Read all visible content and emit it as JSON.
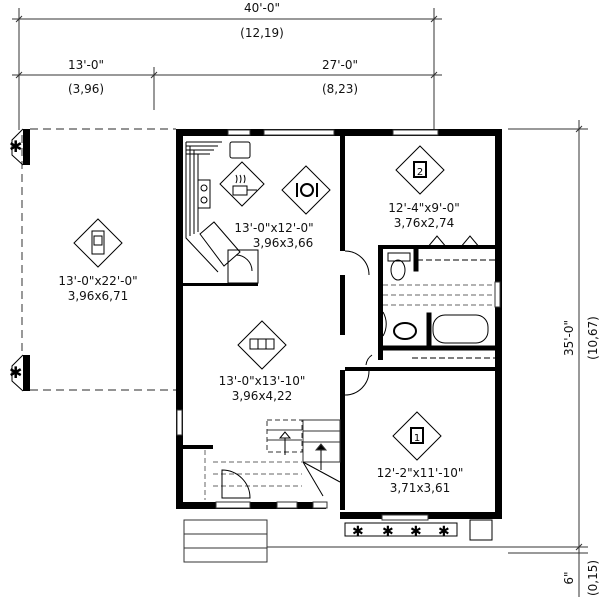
{
  "plan": {
    "overall_width": {
      "imperial": "40'-0\"",
      "metric": "(12,19)"
    },
    "left_width": {
      "imperial": "13'-0\"",
      "metric": "(3,96)"
    },
    "right_width": {
      "imperial": "27'-0\"",
      "metric": "(8,23)"
    },
    "overall_depth": {
      "imperial": "35'-0\"",
      "metric": "(10,67)"
    },
    "offset_depth": {
      "imperial": "6\"",
      "metric": "(0,15)"
    }
  },
  "rooms": [
    {
      "id": "garage",
      "icon": "car-icon",
      "size_imperial": "13'-0\"x22'-0\"",
      "size_metric": "3,96x6,71"
    },
    {
      "id": "kitchen-dining",
      "icon": "cooking-pot-icon",
      "icon2": "dining-plate-icon",
      "size_imperial": "13'-0\"x12'-0\"",
      "size_metric": "3,96x3,66"
    },
    {
      "id": "bedroom-2",
      "icon": "bed-icon",
      "icon_label": "2",
      "size_imperial": "12'-4\"x9'-0\"",
      "size_metric": "3,76x2,74"
    },
    {
      "id": "living-room",
      "icon": "sofa-icon",
      "size_imperial": "13'-0\"x13'-10\"",
      "size_metric": "3,96x4,22"
    },
    {
      "id": "bedroom-1",
      "icon": "bed-icon",
      "icon_label": "1",
      "size_imperial": "12'-2\"x11'-10\"",
      "size_metric": "3,71x3,61"
    }
  ],
  "colors": {
    "wall": "#000000",
    "line": "#222222",
    "dim_line": "#333333",
    "background": "#ffffff"
  }
}
